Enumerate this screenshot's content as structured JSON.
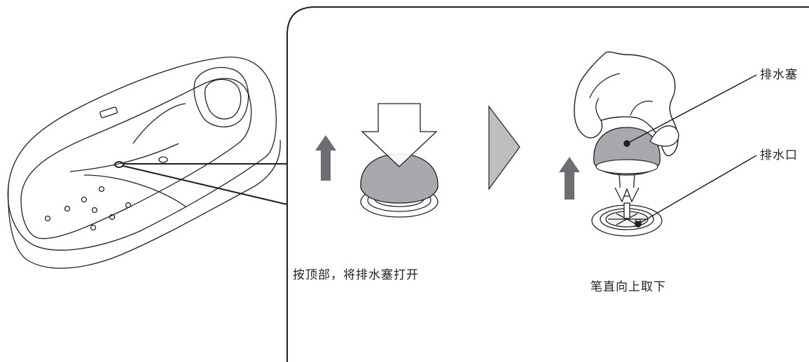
{
  "steps": [
    {
      "caption": "按顶部，将排水塞打开"
    },
    {
      "caption": "笔直向上取下"
    }
  ],
  "callouts": {
    "drain_stopper": "排水塞",
    "drain_outlet": "排水口"
  },
  "colors": {
    "line": "#231f20",
    "stopper_fill": "#a7a9ac",
    "arrow_fill": "#6d6e71",
    "chevron_fill": "#bcbec0",
    "background": "#ffffff"
  },
  "icons": [
    "bathtub-illustration",
    "press-down-arrow-icon",
    "up-arrow-icon",
    "next-step-chevron-icon",
    "hand-icon"
  ]
}
